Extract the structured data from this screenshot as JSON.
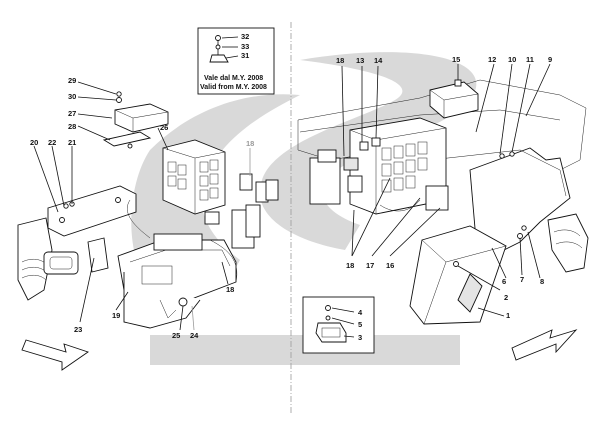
{
  "inset_top": {
    "caption_line1": "Vale dal M.Y. 2008",
    "caption_line2": "Valid from M.Y. 2008",
    "labels": [
      "32",
      "33",
      "31"
    ]
  },
  "inset_bottom": {
    "labels": [
      "4",
      "5",
      "3"
    ]
  },
  "callouts_black": [
    "29",
    "30",
    "27",
    "28",
    "26",
    "20",
    "22",
    "21",
    "23",
    "19",
    "25",
    "24",
    "13",
    "14",
    "15",
    "10",
    "11",
    "9",
    "12",
    "18",
    "18",
    "17",
    "16",
    "6",
    "7",
    "8",
    "2",
    "1"
  ],
  "callouts_grey": [
    "18",
    "18"
  ],
  "colors": {
    "ink": "#111111",
    "watermark": "#d9d9d9",
    "grey_label": "#9a9a9a"
  }
}
